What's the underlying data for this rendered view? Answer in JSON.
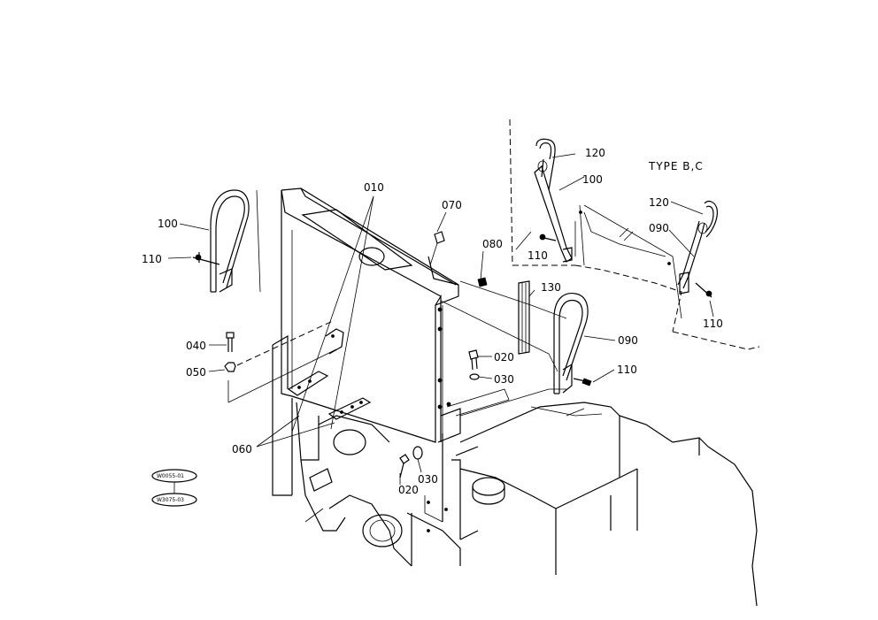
{
  "diagram": {
    "variant_label": "TYPE B,C",
    "part_labels": {
      "p010": "010",
      "p020a": "020",
      "p020b": "020",
      "p030a": "030",
      "p030b": "030",
      "p040": "040",
      "p050": "050",
      "p060": "060",
      "p070": "070",
      "p080": "080",
      "p090a": "090",
      "p090b": "090",
      "p100a": "100",
      "p100b": "100",
      "p110a": "110",
      "p110b": "110",
      "p110c": "110",
      "p110d": "110",
      "p120a": "120",
      "p120b": "120",
      "p130": "130"
    },
    "refs": {
      "ref1": "W0055-01",
      "ref2": "W3075-03"
    }
  }
}
